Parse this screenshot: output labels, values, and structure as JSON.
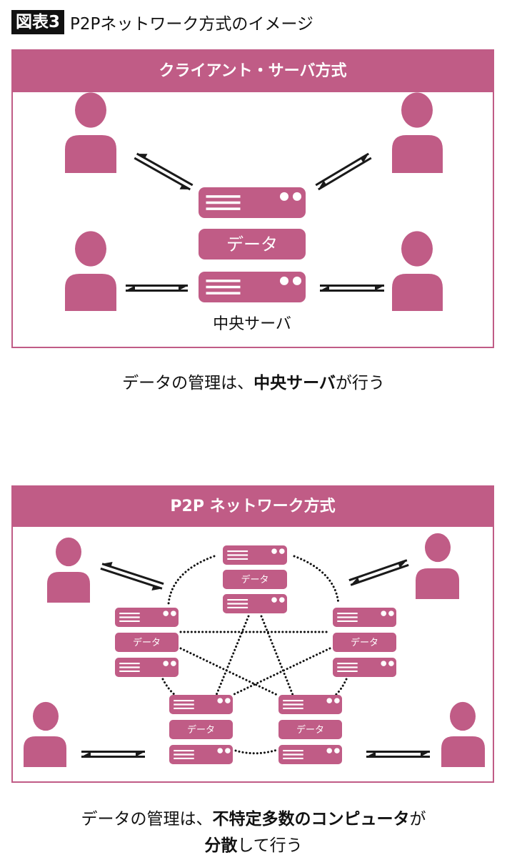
{
  "figure": {
    "badge": "図表3",
    "title": "P2Pネットワーク方式のイメージ"
  },
  "colors": {
    "accent": "#c05c86",
    "text": "#111111",
    "arrow": "#1a1a1a"
  },
  "client_server": {
    "header": "クライアント・サーバ方式",
    "server_data_label": "データ",
    "server_caption": "中央サーバ",
    "clients": [
      "top-left",
      "top-right",
      "bottom-left",
      "bottom-right"
    ],
    "caption_parts": [
      {
        "text": "データの管理は、",
        "bold": false
      },
      {
        "text": "中央サーバ",
        "bold": true
      },
      {
        "text": "が行う",
        "bold": false
      }
    ]
  },
  "p2p": {
    "header": "P2P ネットワーク方式",
    "node_data_label": "データ",
    "nodes": [
      "top",
      "left",
      "right",
      "bottom-left",
      "bottom-right"
    ],
    "users": [
      "top-left",
      "top-right",
      "bottom-left",
      "bottom-right"
    ],
    "caption_line1_parts": [
      {
        "text": "データの管理は、",
        "bold": false
      },
      {
        "text": "不特定多数のコンピュータ",
        "bold": true
      },
      {
        "text": "が",
        "bold": false
      }
    ],
    "caption_line2_parts": [
      {
        "text": "分散",
        "bold": true
      },
      {
        "text": "して行う",
        "bold": false
      }
    ]
  }
}
